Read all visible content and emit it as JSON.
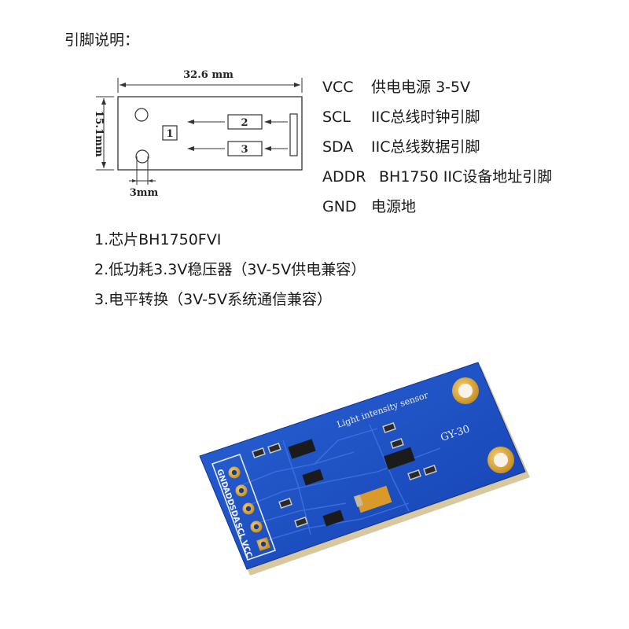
{
  "heading": "引脚说明：",
  "dimensions": {
    "width_label": "32.6 mm",
    "height_label": "15.1mm",
    "hole_label": "3mm"
  },
  "box_labels": [
    "1",
    "2",
    "3"
  ],
  "pins": [
    {
      "name": "VCC",
      "desc": "供电电源 3-5V"
    },
    {
      "name": "SCL",
      "desc": "IIC总线时钟引脚"
    },
    {
      "name": "SDA",
      "desc": "IIC总线数据引脚"
    },
    {
      "name": "ADDR",
      "desc": "BH1750  IIC设备地址引脚"
    },
    {
      "name": "GND",
      "desc": "电源地"
    }
  ],
  "notes": [
    "1.芯片BH1750FVI",
    "2.低功耗3.3V稳压器（3V-5V供电兼容）",
    "3.电平转换（3V-5V系统通信兼容）"
  ],
  "board": {
    "title": "Light intensity sensor",
    "model": "GY-30",
    "pin_labels": [
      "GND",
      "ADD",
      "SDA",
      "SCL",
      "VCC"
    ],
    "pcb_color": "#1a4fc4",
    "pad_color": "#d9a531"
  }
}
